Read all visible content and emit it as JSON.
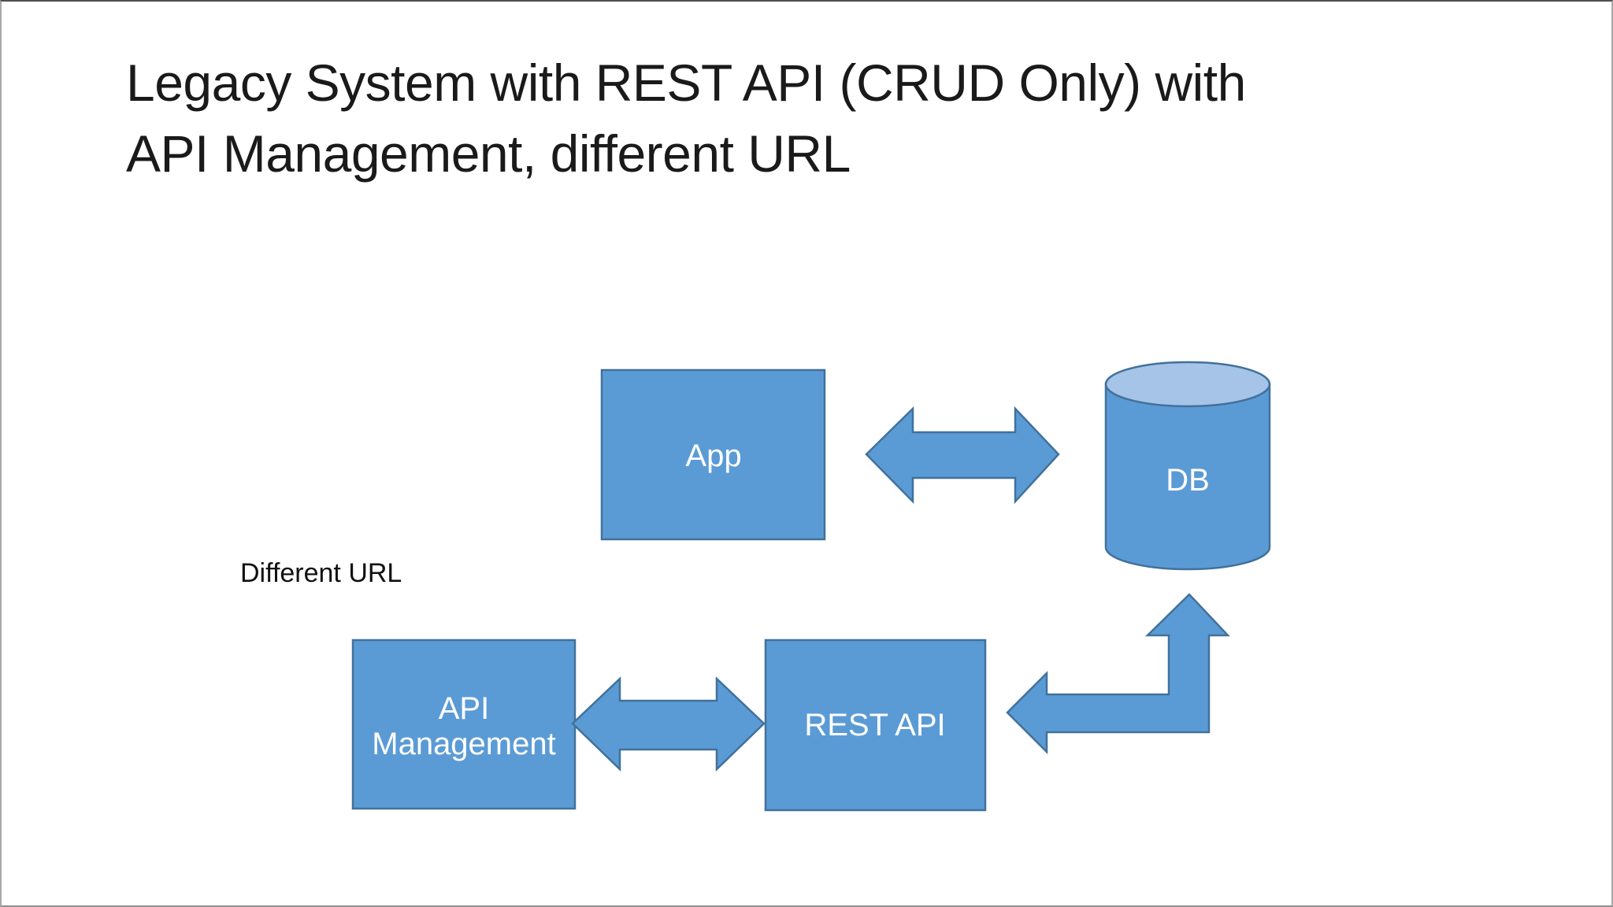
{
  "slide": {
    "title": {
      "line1": "Legacy System with REST API (CRUD Only) with",
      "line2": "API Management, different URL"
    },
    "annotation": "Different URL"
  },
  "diagram": {
    "nodes": {
      "app": {
        "label": "App",
        "shape": "rectangle"
      },
      "db": {
        "label": "DB",
        "shape": "cylinder"
      },
      "api_management": {
        "line1": "API",
        "line2": "Management",
        "shape": "rectangle"
      },
      "rest_api": {
        "label": "REST API",
        "shape": "rectangle"
      }
    },
    "connectors": [
      {
        "id": "app-db",
        "type": "double-arrow",
        "from": "App",
        "to": "DB"
      },
      {
        "id": "api-management-rest-api",
        "type": "double-arrow",
        "from": "API Management",
        "to": "REST API"
      },
      {
        "id": "rest-api-db",
        "type": "bent-double-arrow",
        "from": "REST API",
        "to": "DB"
      }
    ],
    "colors": {
      "shape_fill": "#5B9BD5",
      "shape_border": "#41719C",
      "cylinder_top_fill": "#A6C4E8",
      "label_text": "#FFFFFF",
      "title_text": "#1A1A1A"
    }
  }
}
